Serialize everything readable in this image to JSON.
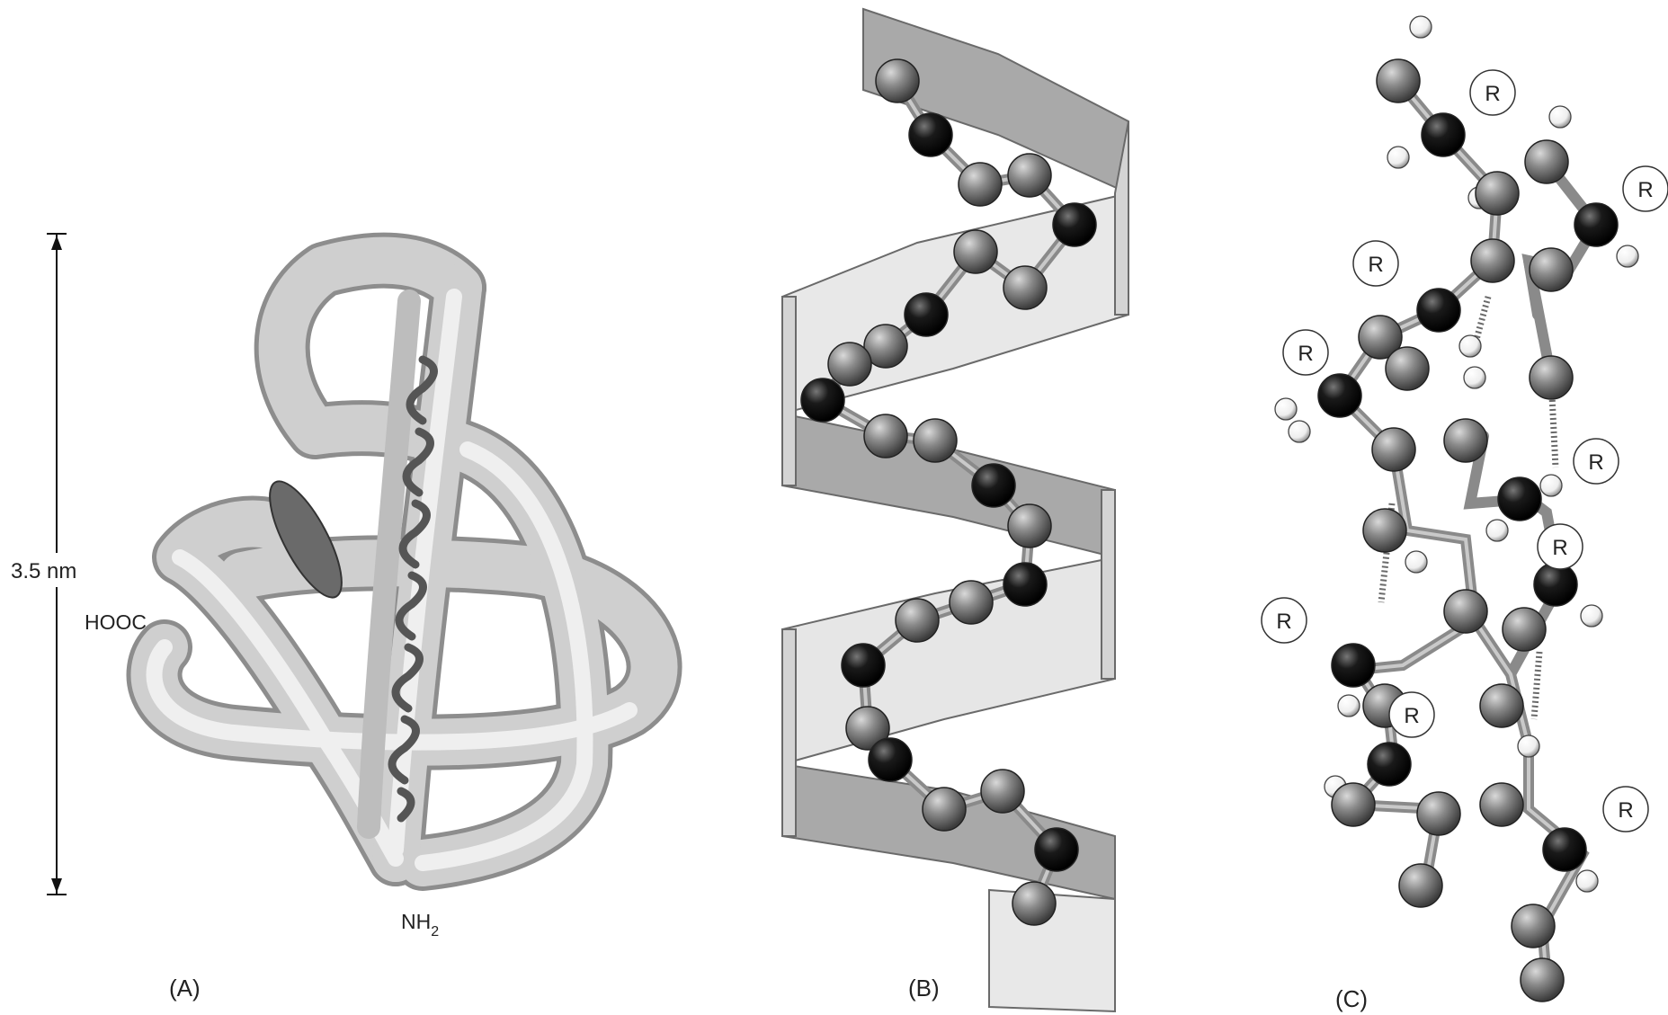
{
  "panels": {
    "a": {
      "letter": "(A)",
      "scale_label": "3.5 nm",
      "c_terminus": "HOOC",
      "n_terminus_base": "NH",
      "n_terminus_sub": "2"
    },
    "b": {
      "letter": "(B)"
    },
    "c": {
      "letter": "(C)",
      "side_chain": "R"
    }
  }
}
